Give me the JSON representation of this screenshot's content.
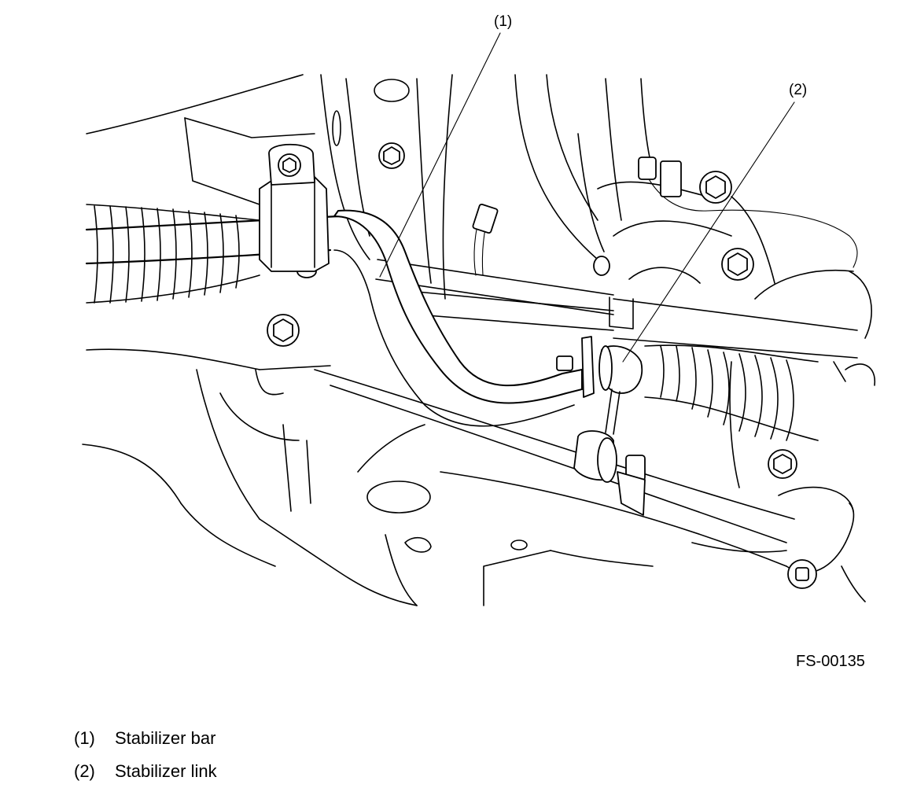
{
  "callouts": [
    {
      "number": "(1)"
    },
    {
      "number": "(2)"
    }
  ],
  "figure_id": "FS-00135",
  "legend": [
    {
      "number": "(1)",
      "label": "Stabilizer bar"
    },
    {
      "number": "(2)",
      "label": "Stabilizer link"
    }
  ]
}
